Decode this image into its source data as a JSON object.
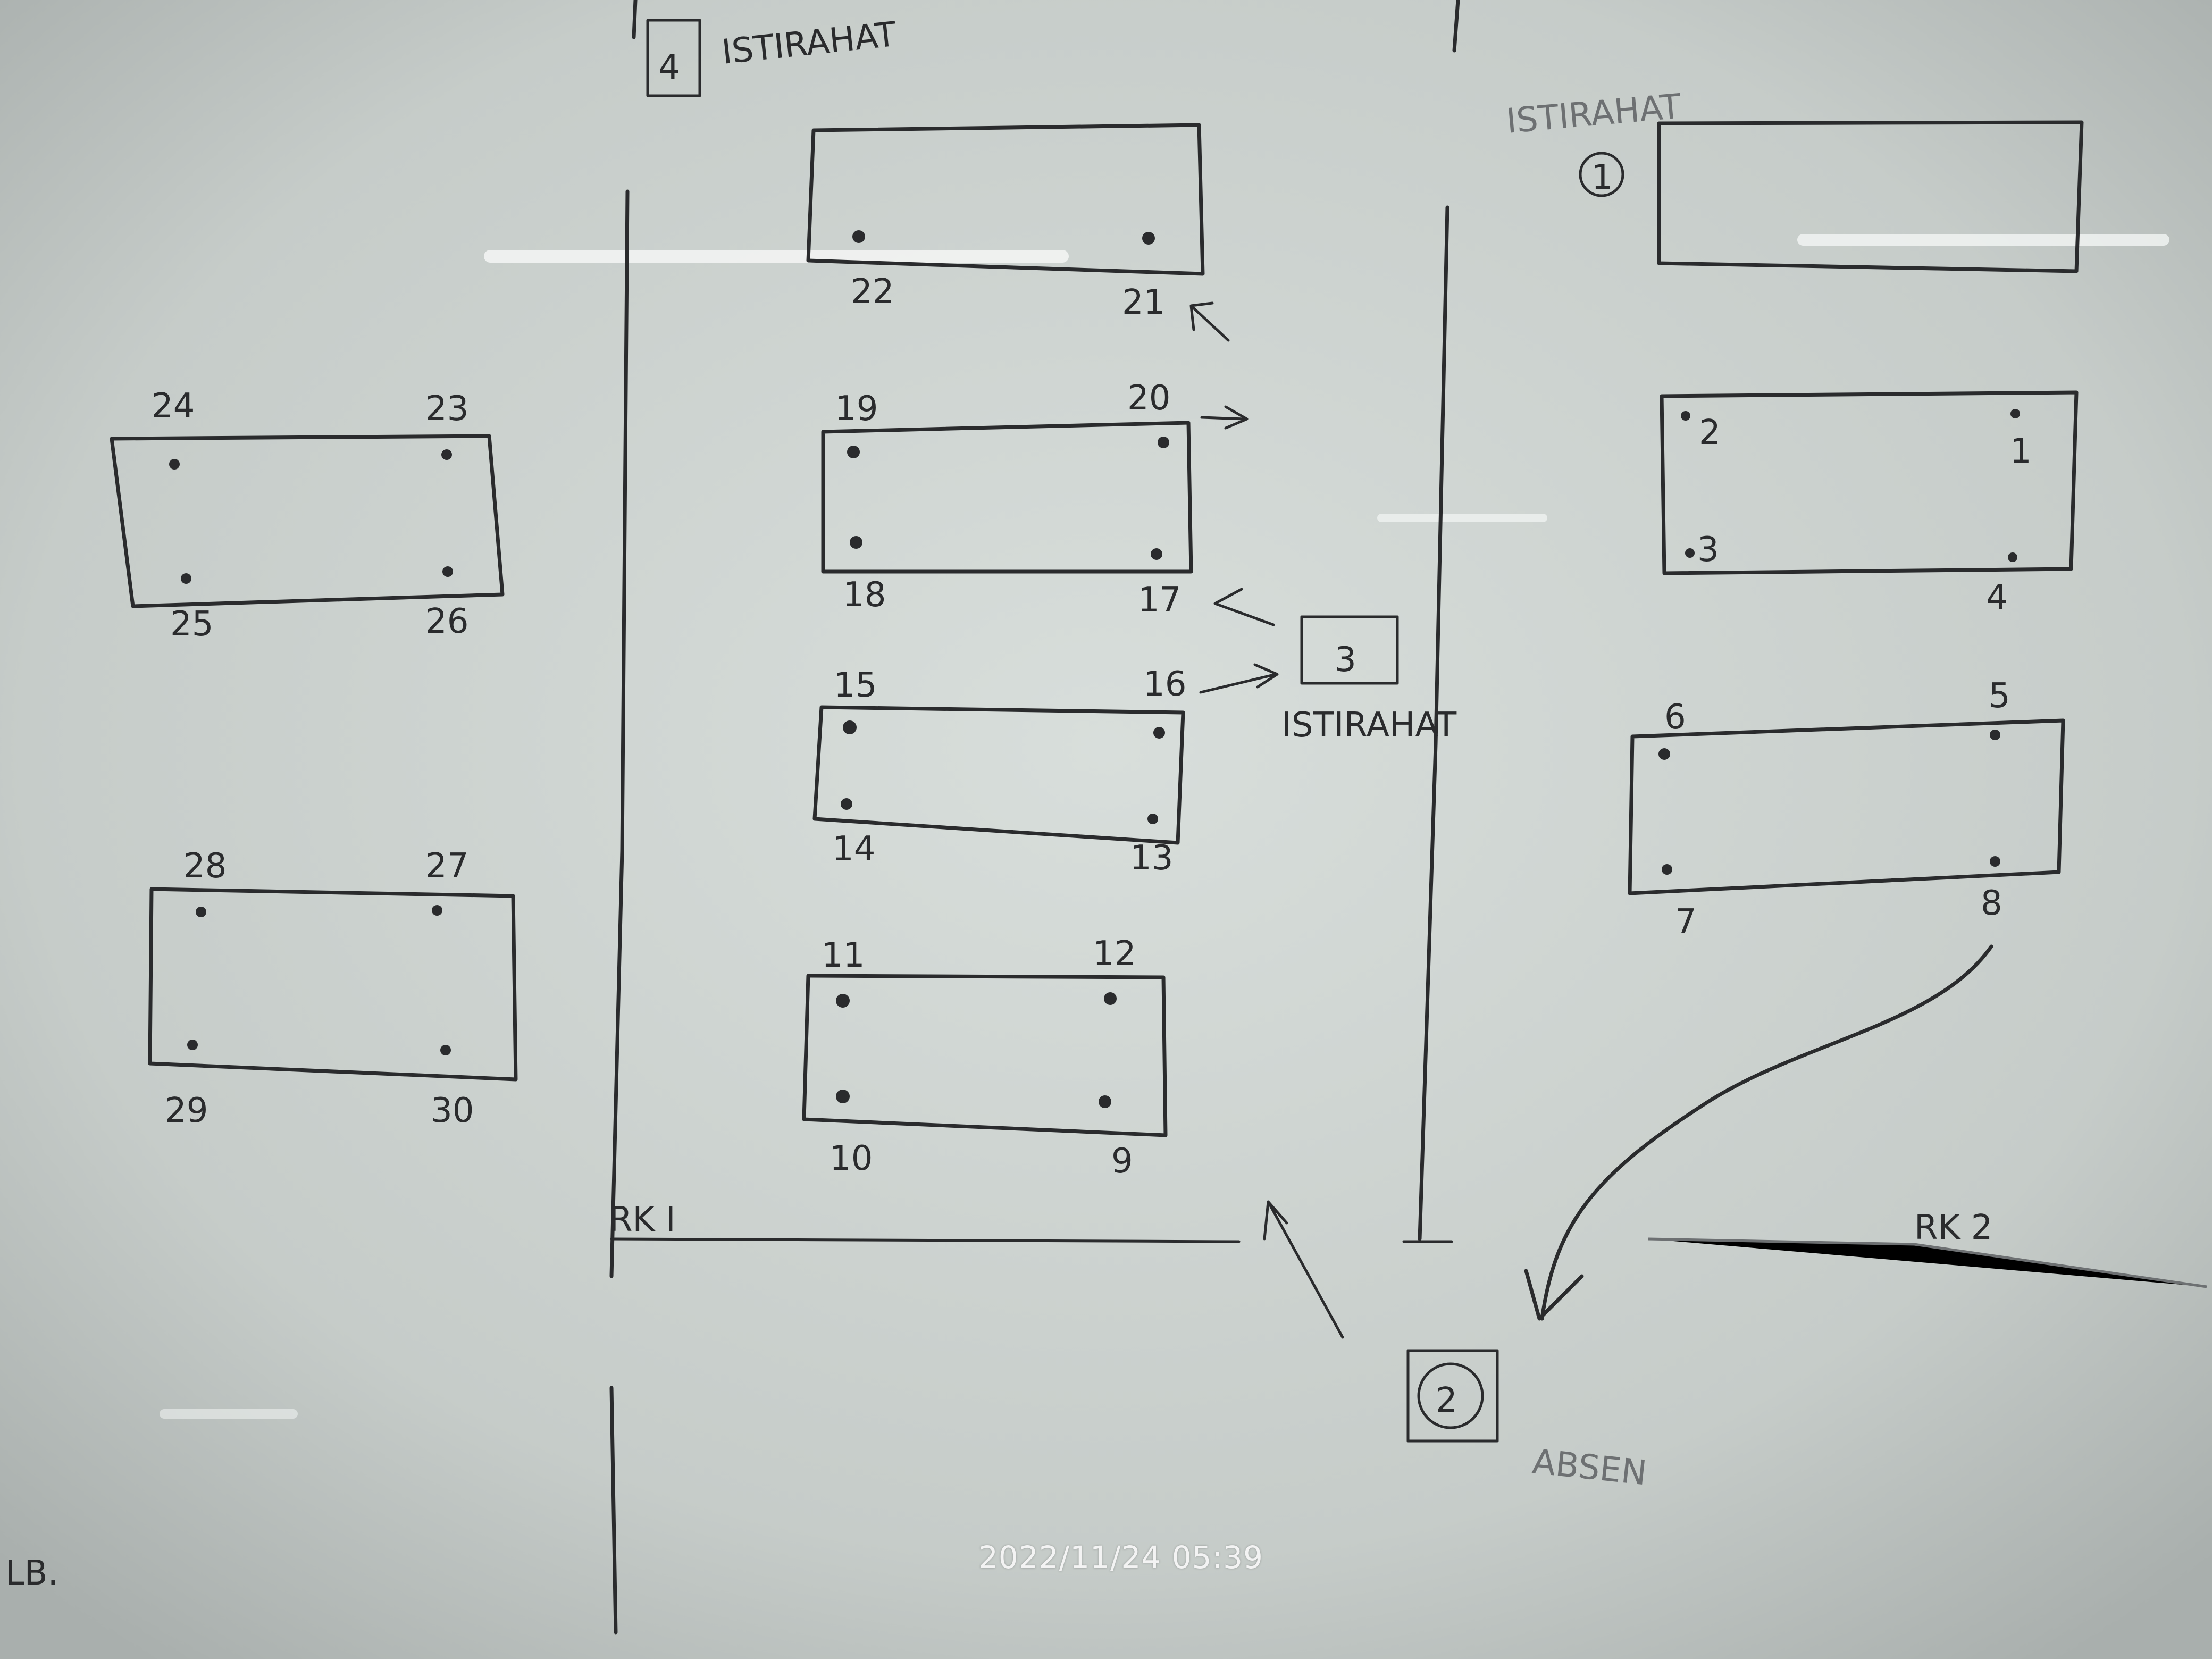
{
  "board": {
    "labels": {
      "istirahat_top": "ISTIRAHAT",
      "istirahat_top_num": "4",
      "istirahat_right": "ISTIRAHAT",
      "istirahat_right_num": "1",
      "istirahat_mid": "ISTIRAHAT",
      "istirahat_mid_num": "3",
      "absen": "ABSEN",
      "absen_num": "2",
      "rk1": "RK I",
      "rk2": "RK 2",
      "lb": "LB."
    },
    "seat_numbers": {
      "n1": "1",
      "n2": "2",
      "n3": "3",
      "n4": "4",
      "n5": "5",
      "n6": "6",
      "n7": "7",
      "n8": "8",
      "n9": "9",
      "n10": "10",
      "n11": "11",
      "n12": "12",
      "n13": "13",
      "n14": "14",
      "n15": "15",
      "n16": "16",
      "n17": "17",
      "n18": "18",
      "n19": "19",
      "n20": "20",
      "n21": "21",
      "n22": "22",
      "n23": "23",
      "n24": "24",
      "n25": "25",
      "n26": "26",
      "n27": "27",
      "n28": "28",
      "n29": "29",
      "n30": "30"
    }
  },
  "timestamp": "2022/11/24 05:39"
}
